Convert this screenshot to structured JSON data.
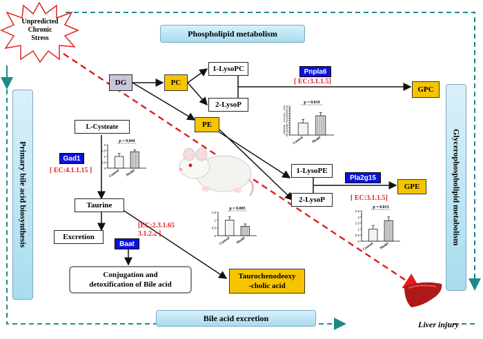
{
  "stress": {
    "label": "Unpredicted\nChronic\nStress"
  },
  "sections": {
    "phospholipid": "Phospholipid metabolism",
    "bile_acid_excretion": "Bile acid excretion",
    "primary_bile": "Primary bile acid biosynthesis",
    "glycerophospholipid": "Glycerophospholipid metabolism"
  },
  "nodes": {
    "dg": "DG",
    "pc": "PC",
    "pe": "PE",
    "lysopc_1": "1-LysoPC",
    "lysop_2a": "2-LysoP",
    "lysope_1": "1-LysoPE",
    "lysop_2b": "2-LysoP",
    "gpc": "GPC",
    "gpe": "GPE",
    "l_cysteate": "L-Cysteate",
    "taurine": "Taurine",
    "excretion": "Excretion",
    "conjugation": "Conjugation and\ndetoxification of Bile acid",
    "taurocheno": "Taurochenodeoxy\n-cholic acid"
  },
  "enzymes": {
    "pnpla6": "Pnpla6",
    "pla2g15": "Pla2g15",
    "gad1": "Gad1",
    "baat": "Baat"
  },
  "ec_numbers": {
    "pnpla6": "[ EC:3.1.1.5]",
    "pla2g15": "[ EC:3.1.1.5]",
    "gad1": "[ EC:4.1.1.15 ]",
    "baat": "[EC:2.3.1.65\n3.1.2.2 ]"
  },
  "liver": {
    "label": "Liver injury"
  },
  "colors": {
    "arrow_red": "#e02020",
    "teal": "#1a8a86",
    "yellow": "#f6c400",
    "enzyme_blue": "#0a14d8"
  },
  "chart_data": [
    {
      "type": "bar",
      "name": "Pnpla6",
      "categories": [
        "Control",
        "Model"
      ],
      "values": [
        1.0,
        1.6
      ],
      "errors": [
        0.3,
        0.25
      ],
      "ylim": [
        0,
        2.4
      ],
      "yticks": [
        "0",
        "0.2",
        "0.4",
        "0.6",
        "0.8",
        "1",
        "1.2",
        "1.4",
        "1.6",
        "1.8",
        "2",
        "2.2",
        "2.4"
      ],
      "pvalue": "p = 0.019"
    },
    {
      "type": "bar",
      "name": "Gad1",
      "categories": [
        "Control",
        "Model"
      ],
      "values": [
        1.0,
        1.4
      ],
      "errors": [
        0.25,
        0.15
      ],
      "ylim": [
        0,
        2
      ],
      "yticks": [
        "0",
        "0.5",
        "1",
        "1.5",
        "2"
      ],
      "pvalue": "p = 0.044"
    },
    {
      "type": "bar",
      "name": "Baat",
      "categories": [
        "Control",
        "Model"
      ],
      "values": [
        1.0,
        0.6
      ],
      "errors": [
        0.2,
        0.15
      ],
      "ylim": [
        0,
        1.5
      ],
      "yticks": [
        "0",
        "0.5",
        "1",
        "1.5"
      ],
      "pvalue": "p = 0.005"
    },
    {
      "type": "bar",
      "name": "Pla2g15",
      "categories": [
        "Control",
        "Model"
      ],
      "values": [
        1.0,
        1.7
      ],
      "errors": [
        0.3,
        0.3
      ],
      "ylim": [
        0,
        2.5
      ],
      "yticks": [
        "0",
        "0.5",
        "1",
        "1.5",
        "2",
        "2.5"
      ],
      "pvalue": "p = 0.013"
    }
  ]
}
